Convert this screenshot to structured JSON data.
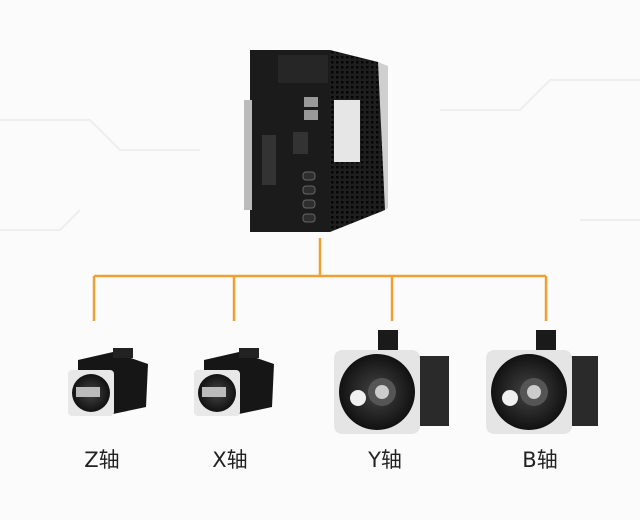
{
  "colors": {
    "connector_line": "#f0a030",
    "device_body": "#1b1b1b",
    "background": "#fbfbfb"
  },
  "driver": {
    "name": "servo-drive"
  },
  "axes": [
    {
      "label": "Z轴",
      "motor_type": "stepper"
    },
    {
      "label": "X轴",
      "motor_type": "stepper"
    },
    {
      "label": "Y轴",
      "motor_type": "servo"
    },
    {
      "label": "B轴",
      "motor_type": "servo"
    }
  ]
}
